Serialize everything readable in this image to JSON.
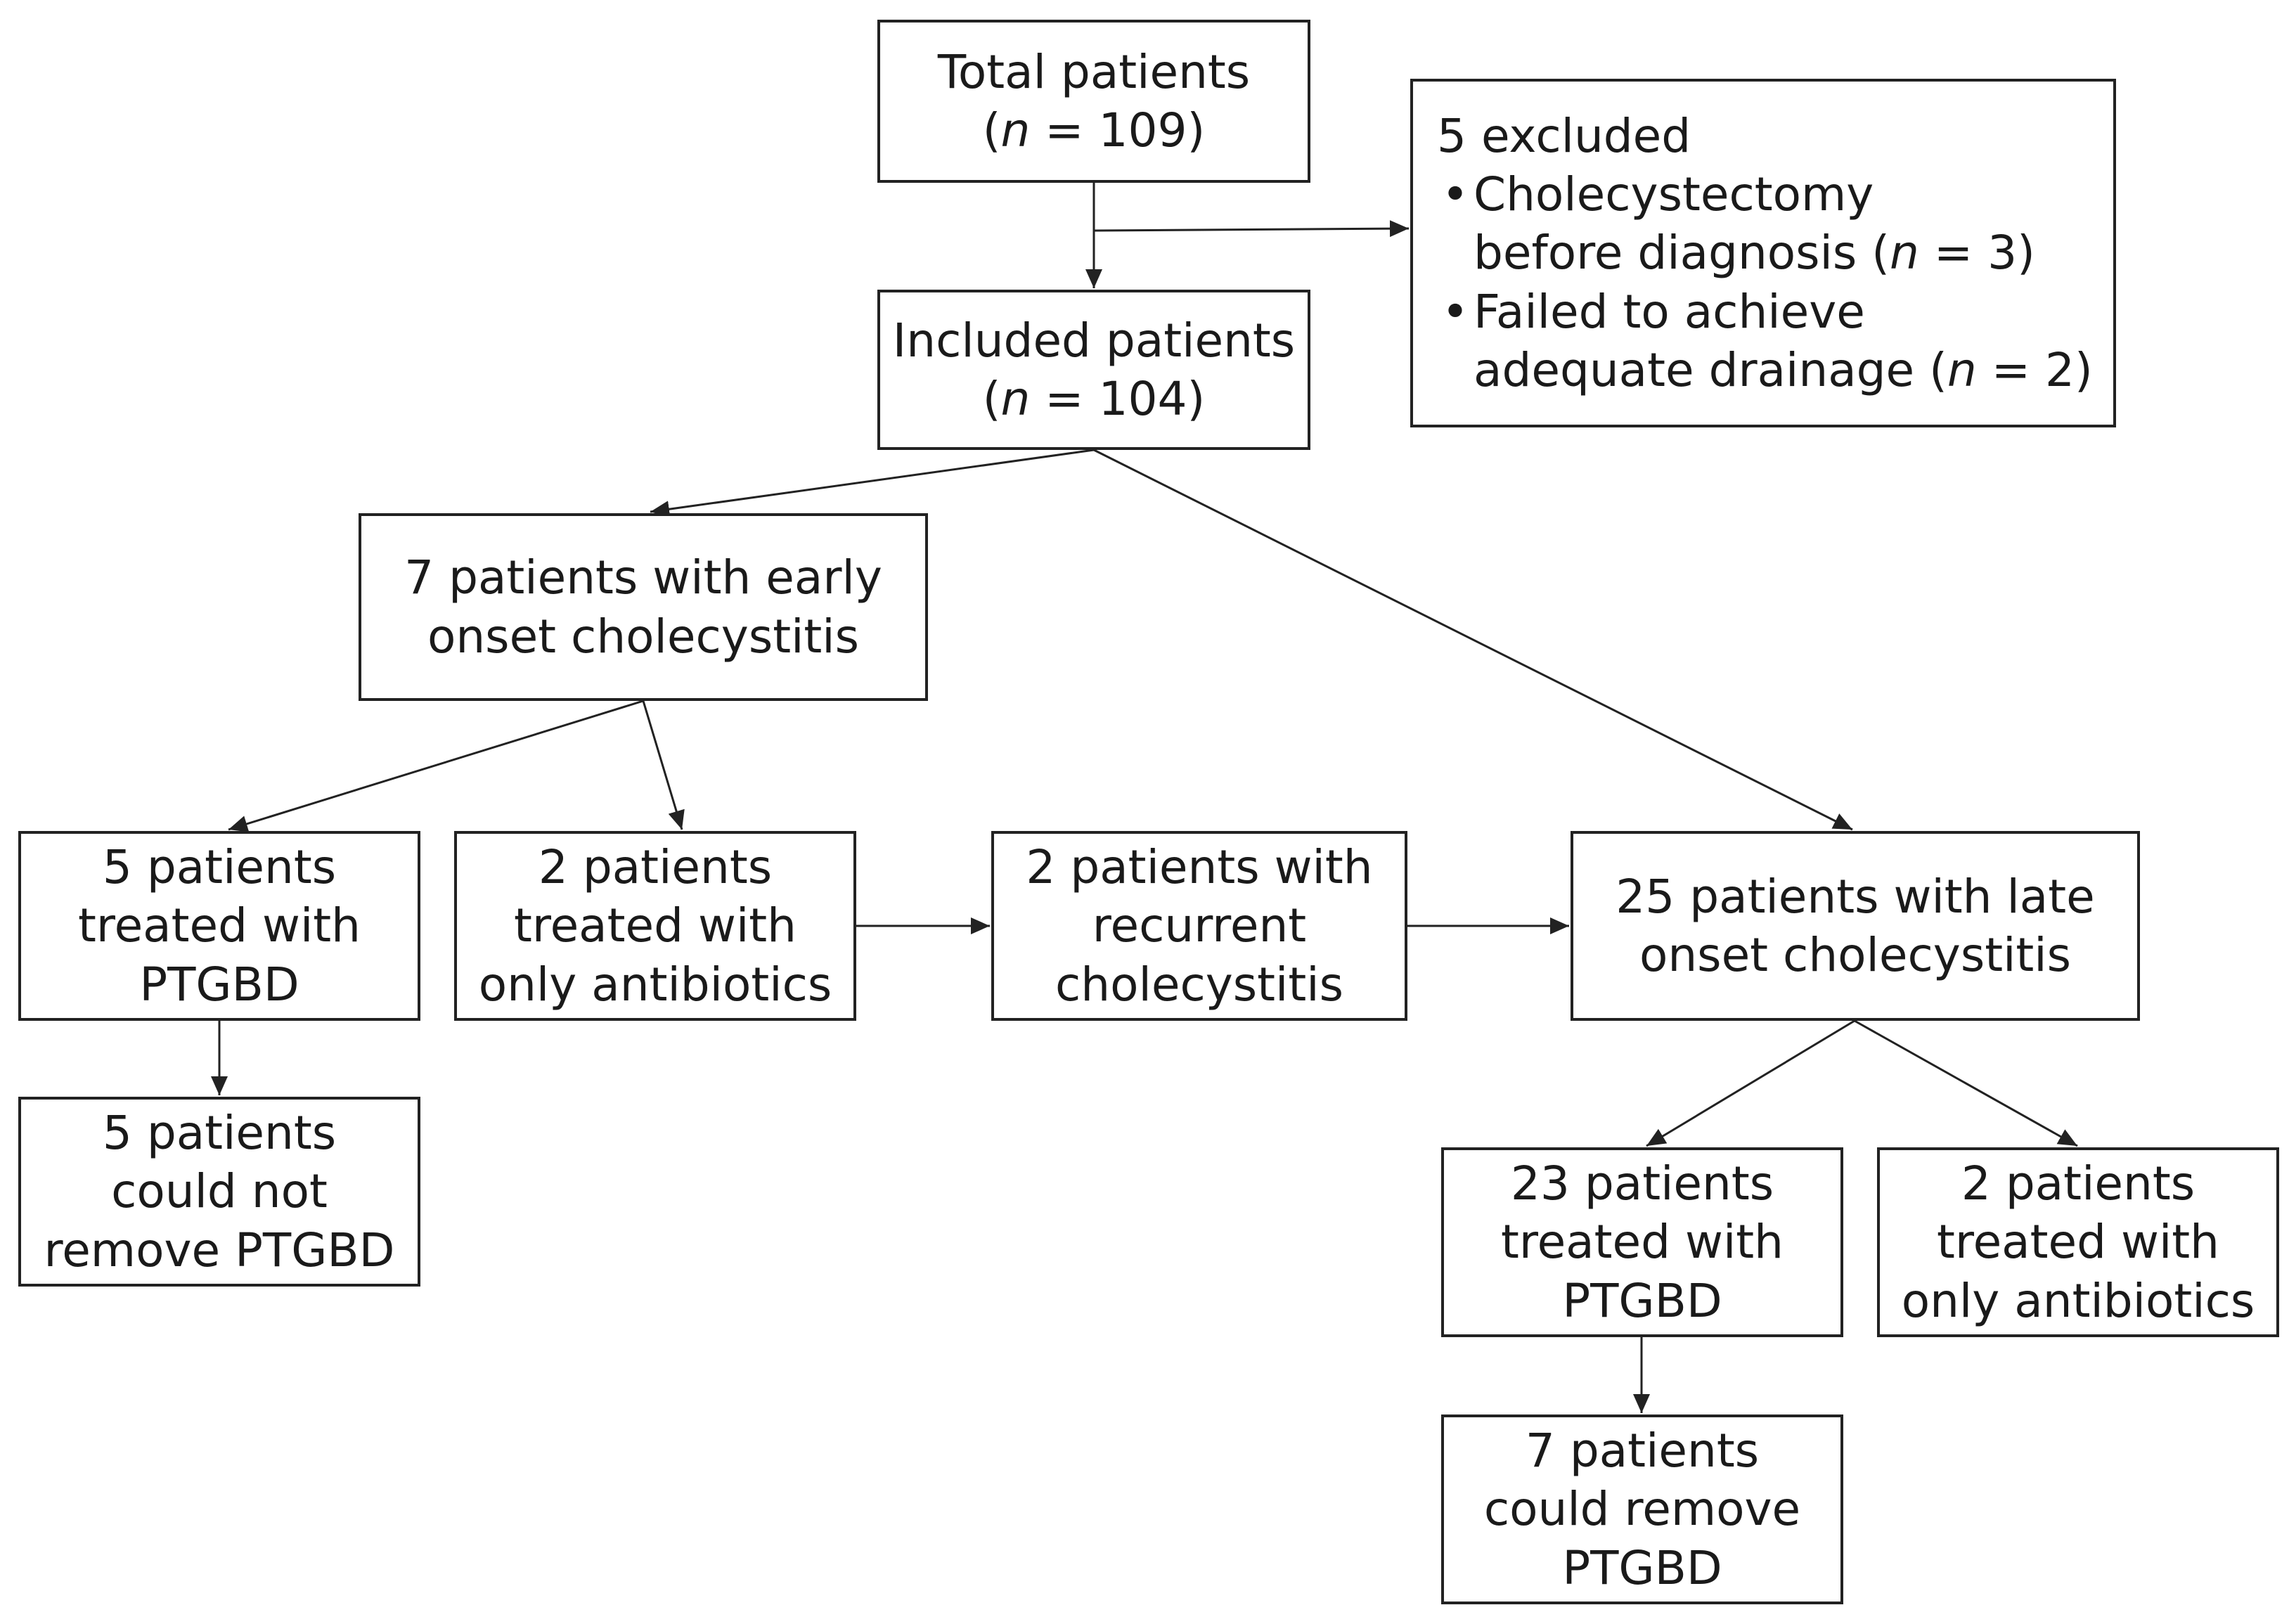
{
  "nodes": {
    "total": {
      "lines": [
        "Total patients",
        "(n = 109)"
      ]
    },
    "excluded": {
      "heading": "5 excluded",
      "bullets": [
        {
          "marker": "•",
          "lines": [
            "Cholecystectomy",
            "before diagnosis (n = 3)"
          ]
        },
        {
          "marker": "•",
          "lines": [
            "Failed to achieve",
            "adequate drainage (n = 2)"
          ]
        }
      ]
    },
    "included": {
      "lines": [
        "Included patients",
        "(n = 104)"
      ]
    },
    "early": {
      "lines": [
        "7 patients with early",
        "onset cholecystitis"
      ]
    },
    "early_ptgbd": {
      "lines": [
        "5 patients",
        "treated with",
        "PTGBD"
      ]
    },
    "early_antibiotics": {
      "lines": [
        "2 patients",
        "treated with",
        "only antibiotics"
      ]
    },
    "recurrent": {
      "lines": [
        "2 patients with",
        "recurrent",
        "cholecystitis"
      ]
    },
    "late": {
      "lines": [
        "25 patients with late",
        "onset cholecystitis"
      ]
    },
    "early_not_removed": {
      "lines": [
        "5 patients",
        "could not",
        "remove PTGBD"
      ]
    },
    "late_ptgbd": {
      "lines": [
        "23 patients",
        "treated with",
        "PTGBD"
      ]
    },
    "late_antibiotics": {
      "lines": [
        "2 patients",
        "treated with",
        "only antibiotics"
      ]
    },
    "late_removed": {
      "lines": [
        "7 patients",
        "could remove",
        "PTGBD"
      ]
    }
  },
  "colors": {
    "stroke": "#222222",
    "text": "#1a1a1a",
    "background": "#ffffff"
  }
}
